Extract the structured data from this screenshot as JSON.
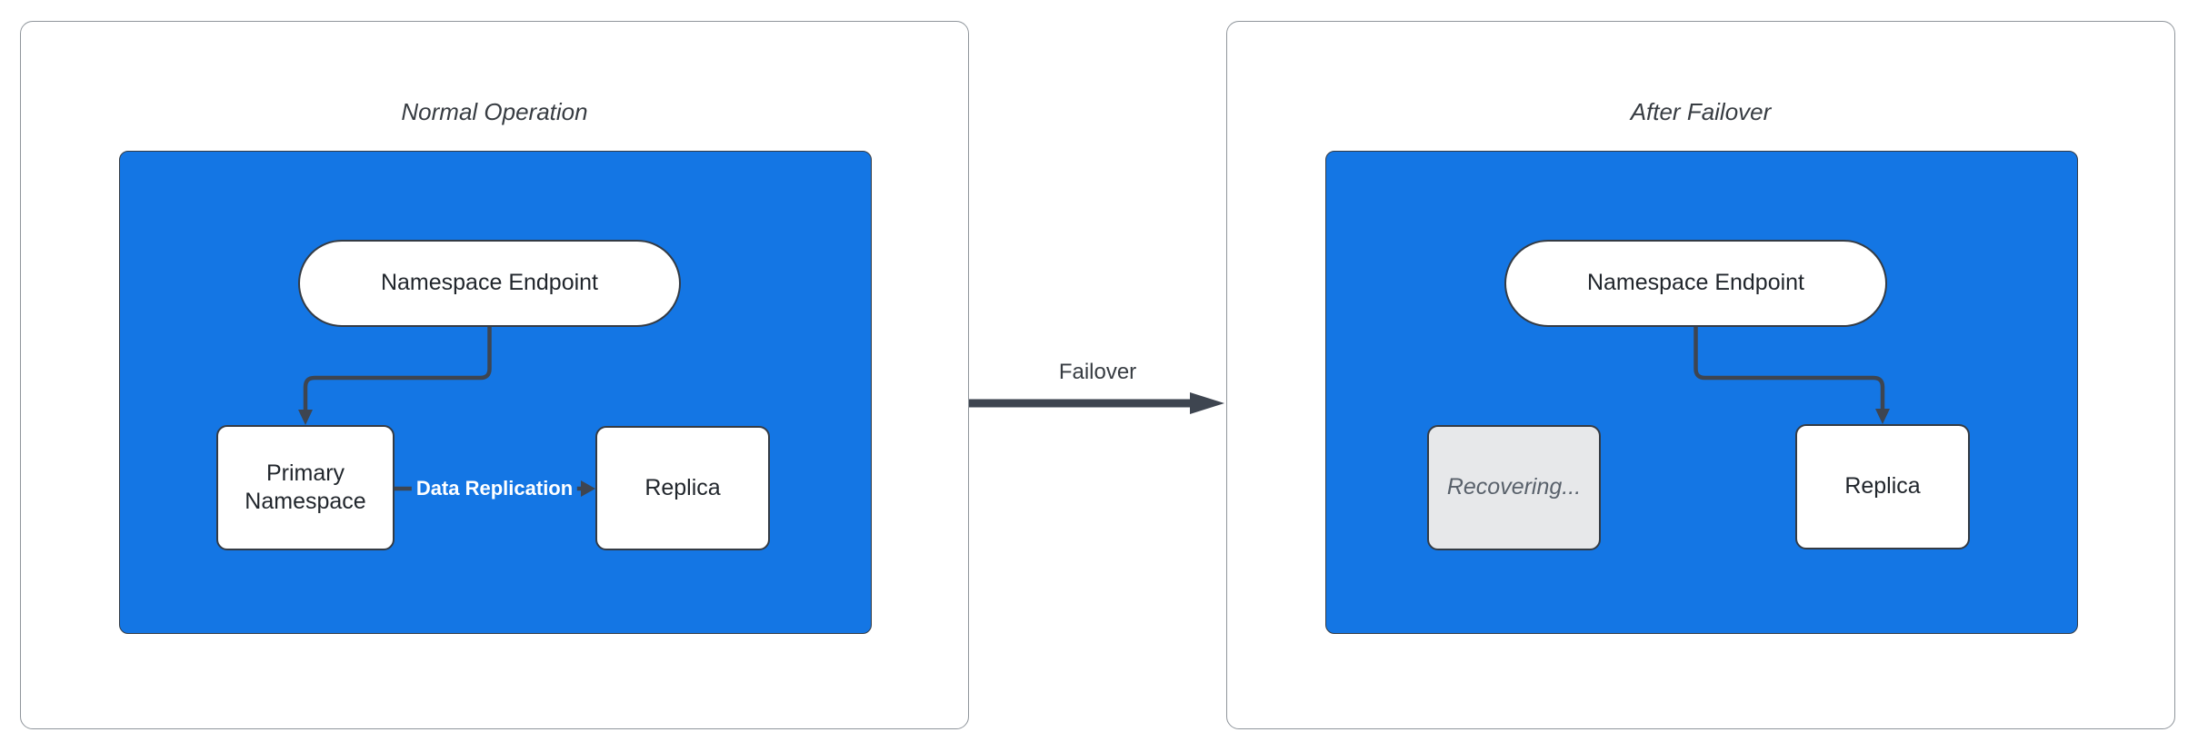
{
  "panels": [
    {
      "title": "Normal Operation",
      "nodes": [
        {
          "id": "endpoint",
          "label": "Namespace Endpoint"
        },
        {
          "id": "primary",
          "label": "Primary Namespace"
        },
        {
          "id": "replica",
          "label": "Replica"
        }
      ],
      "edge_label": "Data Replication"
    },
    {
      "title": "After Failover",
      "nodes": [
        {
          "id": "endpoint",
          "label": "Namespace Endpoint"
        },
        {
          "id": "recovering",
          "label": "Recovering..."
        },
        {
          "id": "replica",
          "label": "Replica"
        }
      ]
    }
  ],
  "connector": {
    "label": "Failover"
  },
  "colors": {
    "container_blue": "#1476E4",
    "node_border": "#343B44",
    "node_text": "#21262C",
    "edge": "#3E4550",
    "gray_fill": "#E7E8EA",
    "gray_text": "#59616B",
    "panel_border": "#8F959B",
    "title_text": "#373C42",
    "label_white": "#FFFFFF"
  }
}
